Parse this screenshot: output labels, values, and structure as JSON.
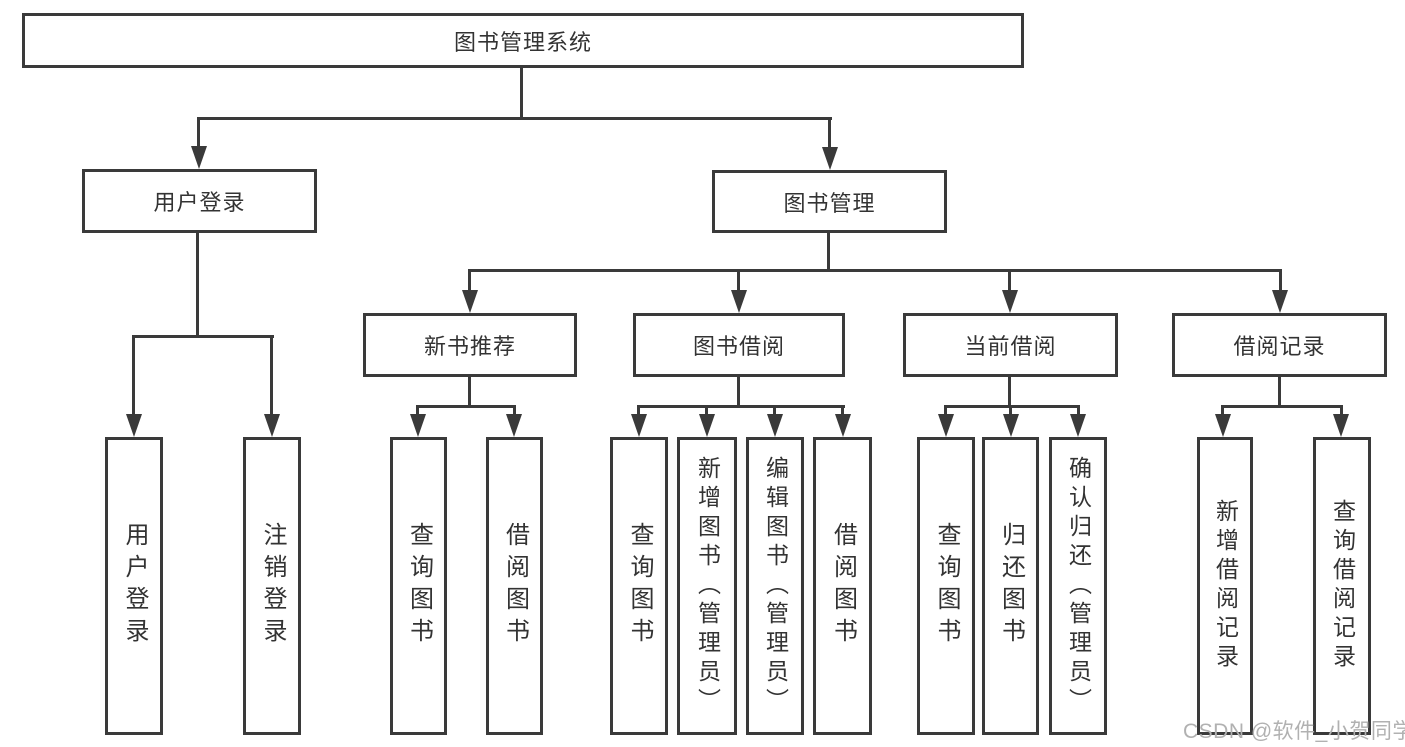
{
  "title": "图书管理系统",
  "watermark": "CSDN @软件_小贺同学",
  "colors": {
    "line": "#3a3a3a",
    "text": "#333333",
    "background": "#ffffff",
    "watermark": "#b1b1b1"
  },
  "tree": {
    "label": "图书管理系统",
    "children": [
      {
        "label": "用户登录",
        "children": [
          {
            "label": "用户登录"
          },
          {
            "label": "注销登录"
          }
        ]
      },
      {
        "label": "图书管理",
        "children": [
          {
            "label": "新书推荐",
            "children": [
              {
                "label": "查询图书"
              },
              {
                "label": "借阅图书"
              }
            ]
          },
          {
            "label": "图书借阅",
            "children": [
              {
                "label": "查询图书"
              },
              {
                "label": "新增图书（管理员）"
              },
              {
                "label": "编辑图书（管理员）"
              },
              {
                "label": "借阅图书"
              }
            ]
          },
          {
            "label": "当前借阅",
            "children": [
              {
                "label": "查询图书"
              },
              {
                "label": "归还图书"
              },
              {
                "label": "确认归还（管理员）"
              }
            ]
          },
          {
            "label": "借阅记录",
            "children": [
              {
                "label": "新增借阅记录"
              },
              {
                "label": "查询借阅记录"
              }
            ]
          }
        ]
      }
    ]
  }
}
